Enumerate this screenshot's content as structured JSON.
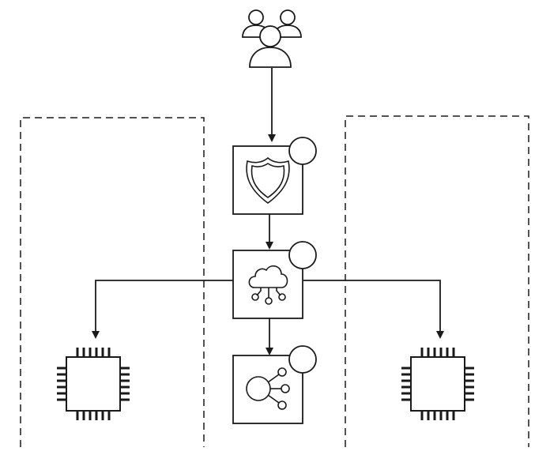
{
  "diagram": {
    "colors": {
      "stroke": "#1a1a1a",
      "background": "#ffffff"
    },
    "groups": [
      {
        "id": "zone-left",
        "style": "dashed"
      },
      {
        "id": "zone-right",
        "style": "dashed"
      }
    ],
    "nodes": [
      {
        "id": "users",
        "icon": "users-icon"
      },
      {
        "id": "firewall",
        "icon": "shield-icon",
        "badge": "empty-circle"
      },
      {
        "id": "load-balancer",
        "icon": "cloud-network-icon",
        "badge": "empty-circle"
      },
      {
        "id": "hub",
        "icon": "hub-icon",
        "badge": "empty-circle"
      },
      {
        "id": "instance-left",
        "icon": "chip-icon"
      },
      {
        "id": "instance-right",
        "icon": "chip-icon"
      }
    ],
    "edges": [
      {
        "from": "users",
        "to": "firewall"
      },
      {
        "from": "firewall",
        "to": "load-balancer"
      },
      {
        "from": "load-balancer",
        "to": "instance-left"
      },
      {
        "from": "load-balancer",
        "to": "instance-right"
      },
      {
        "from": "load-balancer",
        "to": "hub"
      }
    ]
  }
}
